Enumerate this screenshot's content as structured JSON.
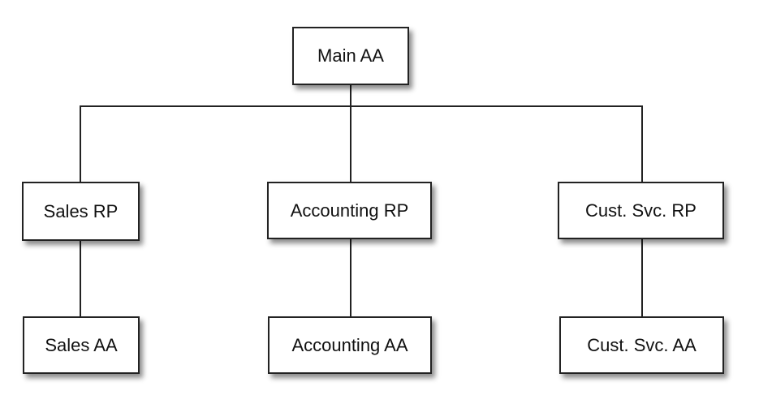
{
  "nodes": {
    "main_aa": "Main AA",
    "sales_rp": "Sales RP",
    "accounting_rp": "Accounting RP",
    "cust_svc_rp": "Cust. Svc. RP",
    "sales_aa": "Sales AA",
    "accounting_aa": "Accounting AA",
    "cust_svc_aa": "Cust. Svc. AA"
  }
}
